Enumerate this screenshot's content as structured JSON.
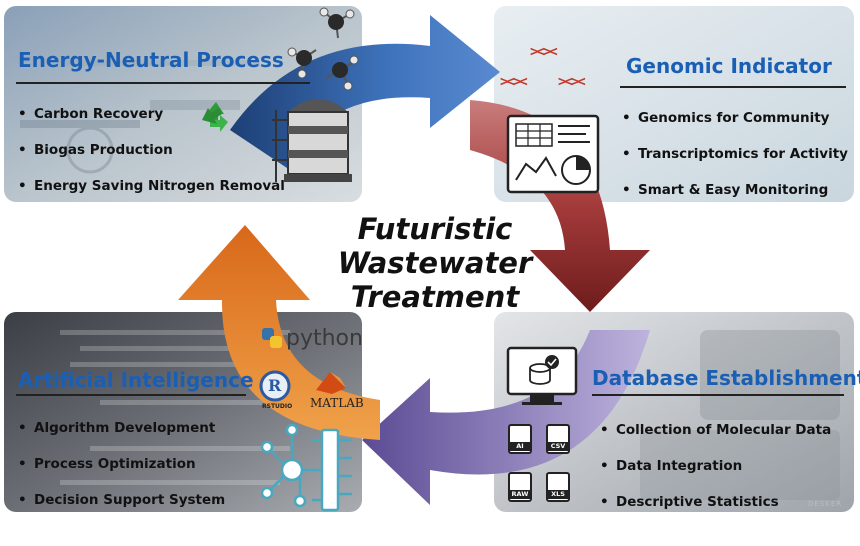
{
  "center_title": [
    "Futuristic",
    "Wastewater",
    "Treatment"
  ],
  "panels": {
    "energy": {
      "title": "Energy-Neutral Process",
      "items": [
        "Carbon Recovery",
        "Biogas Production",
        "Energy Saving Nitrogen Removal"
      ],
      "color": "#1a5fb4"
    },
    "genomic": {
      "title": "Genomic Indicator",
      "items": [
        "Genomics for Community",
        "Transcriptomics for Activity",
        "Smart & Easy Monitoring"
      ],
      "color": "#1a5fb4"
    },
    "ai": {
      "title": "Artificial Intelligence",
      "items": [
        "Algorithm Development",
        "Process Optimization",
        "Decision Support System"
      ],
      "color": "#1a5fb4"
    },
    "database": {
      "title": "Database Establishment",
      "items": [
        "Collection of Molecular Data",
        "Data Integration",
        "Descriptive Statistics"
      ],
      "color": "#1a5fb4"
    }
  },
  "logos": {
    "python": "python",
    "matlab": "MATLAB",
    "rstudio": "RSTUDIO",
    "r": "R"
  },
  "file_types": [
    "AI",
    "CSV",
    "RAW",
    "XLS"
  ],
  "watermark": "DESKER",
  "arrow_colors": {
    "top_blue": "#2e5b9a",
    "right_red": "#8b2424",
    "bottom_purple": "#6a5a9e",
    "left_orange": "#e27d22"
  },
  "icons": [
    "recycle-icon",
    "digester-icon",
    "molecule-icon",
    "dna-icon",
    "dashboard-icon",
    "monitor-database-icon",
    "neural-chip-icon"
  ]
}
